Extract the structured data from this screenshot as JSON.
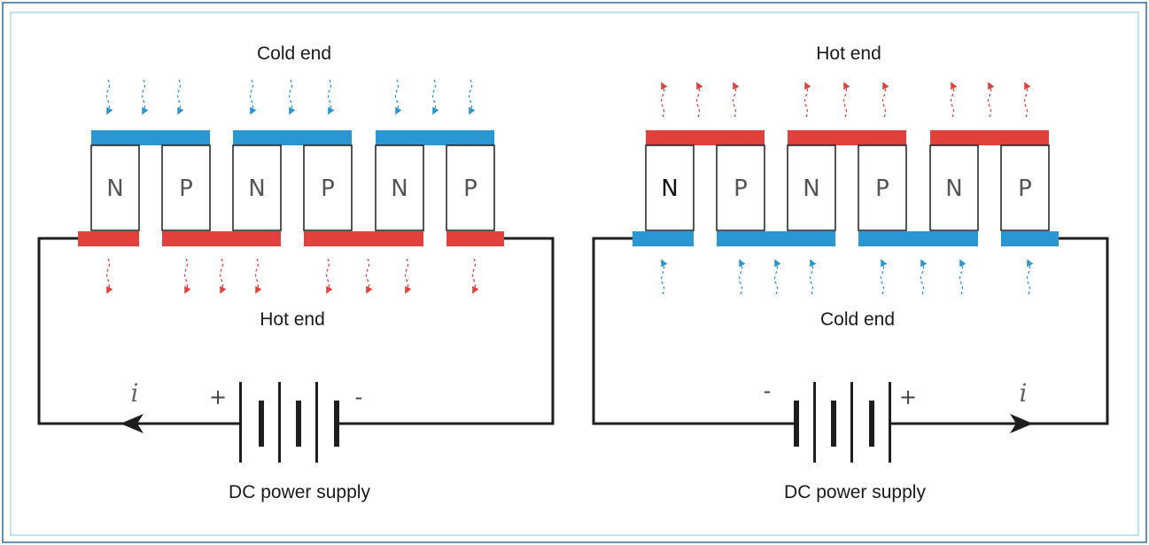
{
  "colors": {
    "frame": "#2a6f9a",
    "frame_inner": "#bfe3ef",
    "cold": "#2a96d2",
    "hot": "#e0413c",
    "wire": "#1e1e1e"
  },
  "left_panel": {
    "top_label": "Cold end",
    "bottom_label": "Hot end",
    "elements": [
      "N",
      "P",
      "N",
      "P",
      "N",
      "P"
    ],
    "plus": "+",
    "minus": "-",
    "current": "i",
    "supply_label": "DC power supply"
  },
  "right_panel": {
    "top_label": "Hot end",
    "bottom_label": "Cold end",
    "elements": [
      "N",
      "P",
      "N",
      "P",
      "N",
      "P"
    ],
    "plus": "+",
    "minus": "-",
    "current": "i",
    "supply_label": "DC power supply"
  }
}
